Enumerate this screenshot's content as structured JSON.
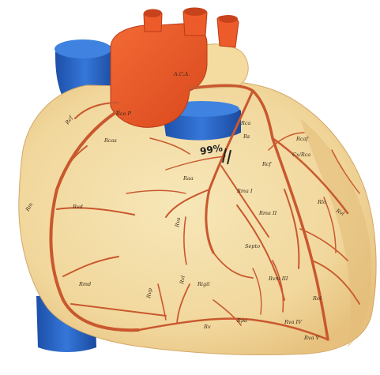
{
  "labels": {
    "aorta_label": "A.C.A.",
    "rca_label": "Rca P",
    "rca_branch": "Rcas",
    "rca_left": "Rcf",
    "rca_margin": "Rvd",
    "rca_lower": "Rm",
    "rca_lower2": "Rmd",
    "lad_label": "Rcaf",
    "cx_label": "Cx/Rca",
    "circ_label": "Rca",
    "left_branch": "Raa",
    "diag1": "Rma I",
    "diag2": "Rma II",
    "lat": "Rlo",
    "sept": "Septo",
    "post1": "Rvm III",
    "post2": "Rva IV",
    "post3": "Rva V",
    "apex1": "Rigil",
    "apex2": "Rva",
    "lower_a": "Rvp",
    "lower_b": "Rvl",
    "inf1": "Rv",
    "inf2": "Rpa",
    "misc1": "Rs",
    "misc2": "Rvl",
    "misc3": "Rcf",
    "misc4": "Rol",
    "handwritten": "99%"
  },
  "colors": {
    "aorta": "#ee5b2a",
    "vena": "#2b66c8",
    "vessel": "#c9582e",
    "myocardium": "#f4dfa6"
  }
}
